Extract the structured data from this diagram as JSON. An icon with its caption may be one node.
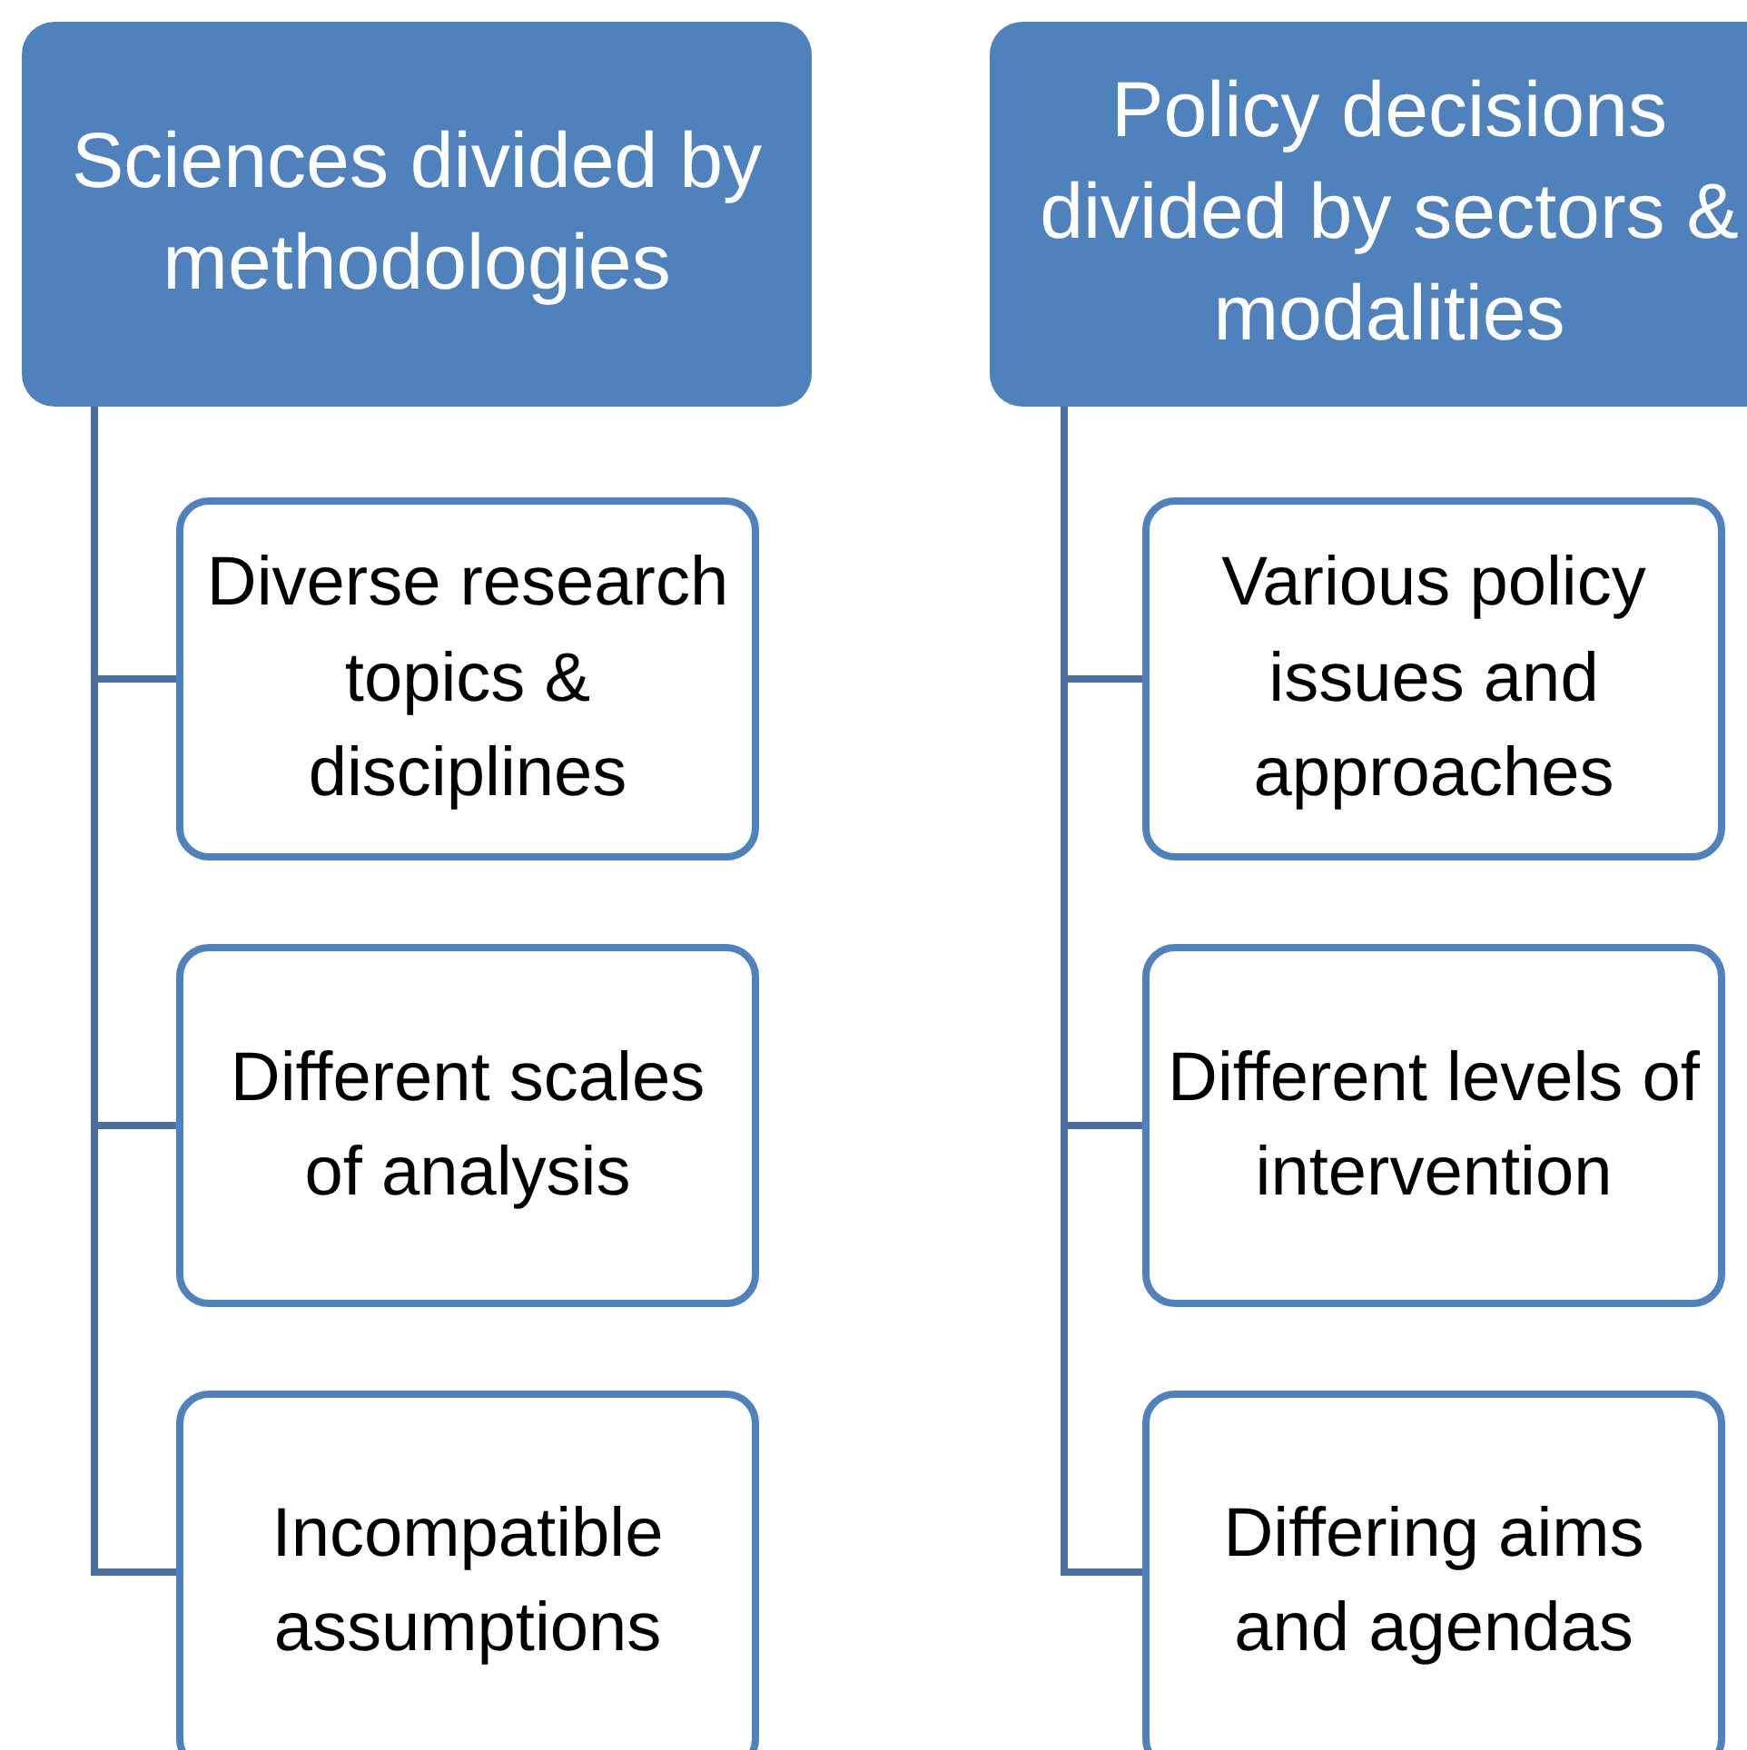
{
  "diagram": {
    "nodes": [
      {
        "text": [
          "Sciences divided by methodologies"
        ]
      },
      {
        "text": [
          "Diverse research topics & disciplines"
        ]
      },
      {
        "text": [
          "Different scales of analysis"
        ]
      },
      {
        "text": [
          "Incompatible assumptions"
        ]
      },
      {
        "text": [
          "Policy decisions divided by sectors & modalities"
        ]
      },
      {
        "text": [
          "Various policy issues and approaches"
        ]
      },
      {
        "text": [
          "Different levels of intervention"
        ]
      },
      {
        "text": [
          "Differing aims and agendas"
        ]
      }
    ],
    "edges": [
      {
        "from": 0,
        "to": 1,
        "arrow": "none"
      },
      {
        "from": 0,
        "to": 2,
        "arrow": "none"
      },
      {
        "from": 0,
        "to": 3,
        "arrow": "none"
      },
      {
        "from": 4,
        "to": 5,
        "arrow": "none"
      },
      {
        "from": 4,
        "to": 6,
        "arrow": "none"
      },
      {
        "from": 4,
        "to": 7,
        "arrow": "none"
      }
    ]
  }
}
